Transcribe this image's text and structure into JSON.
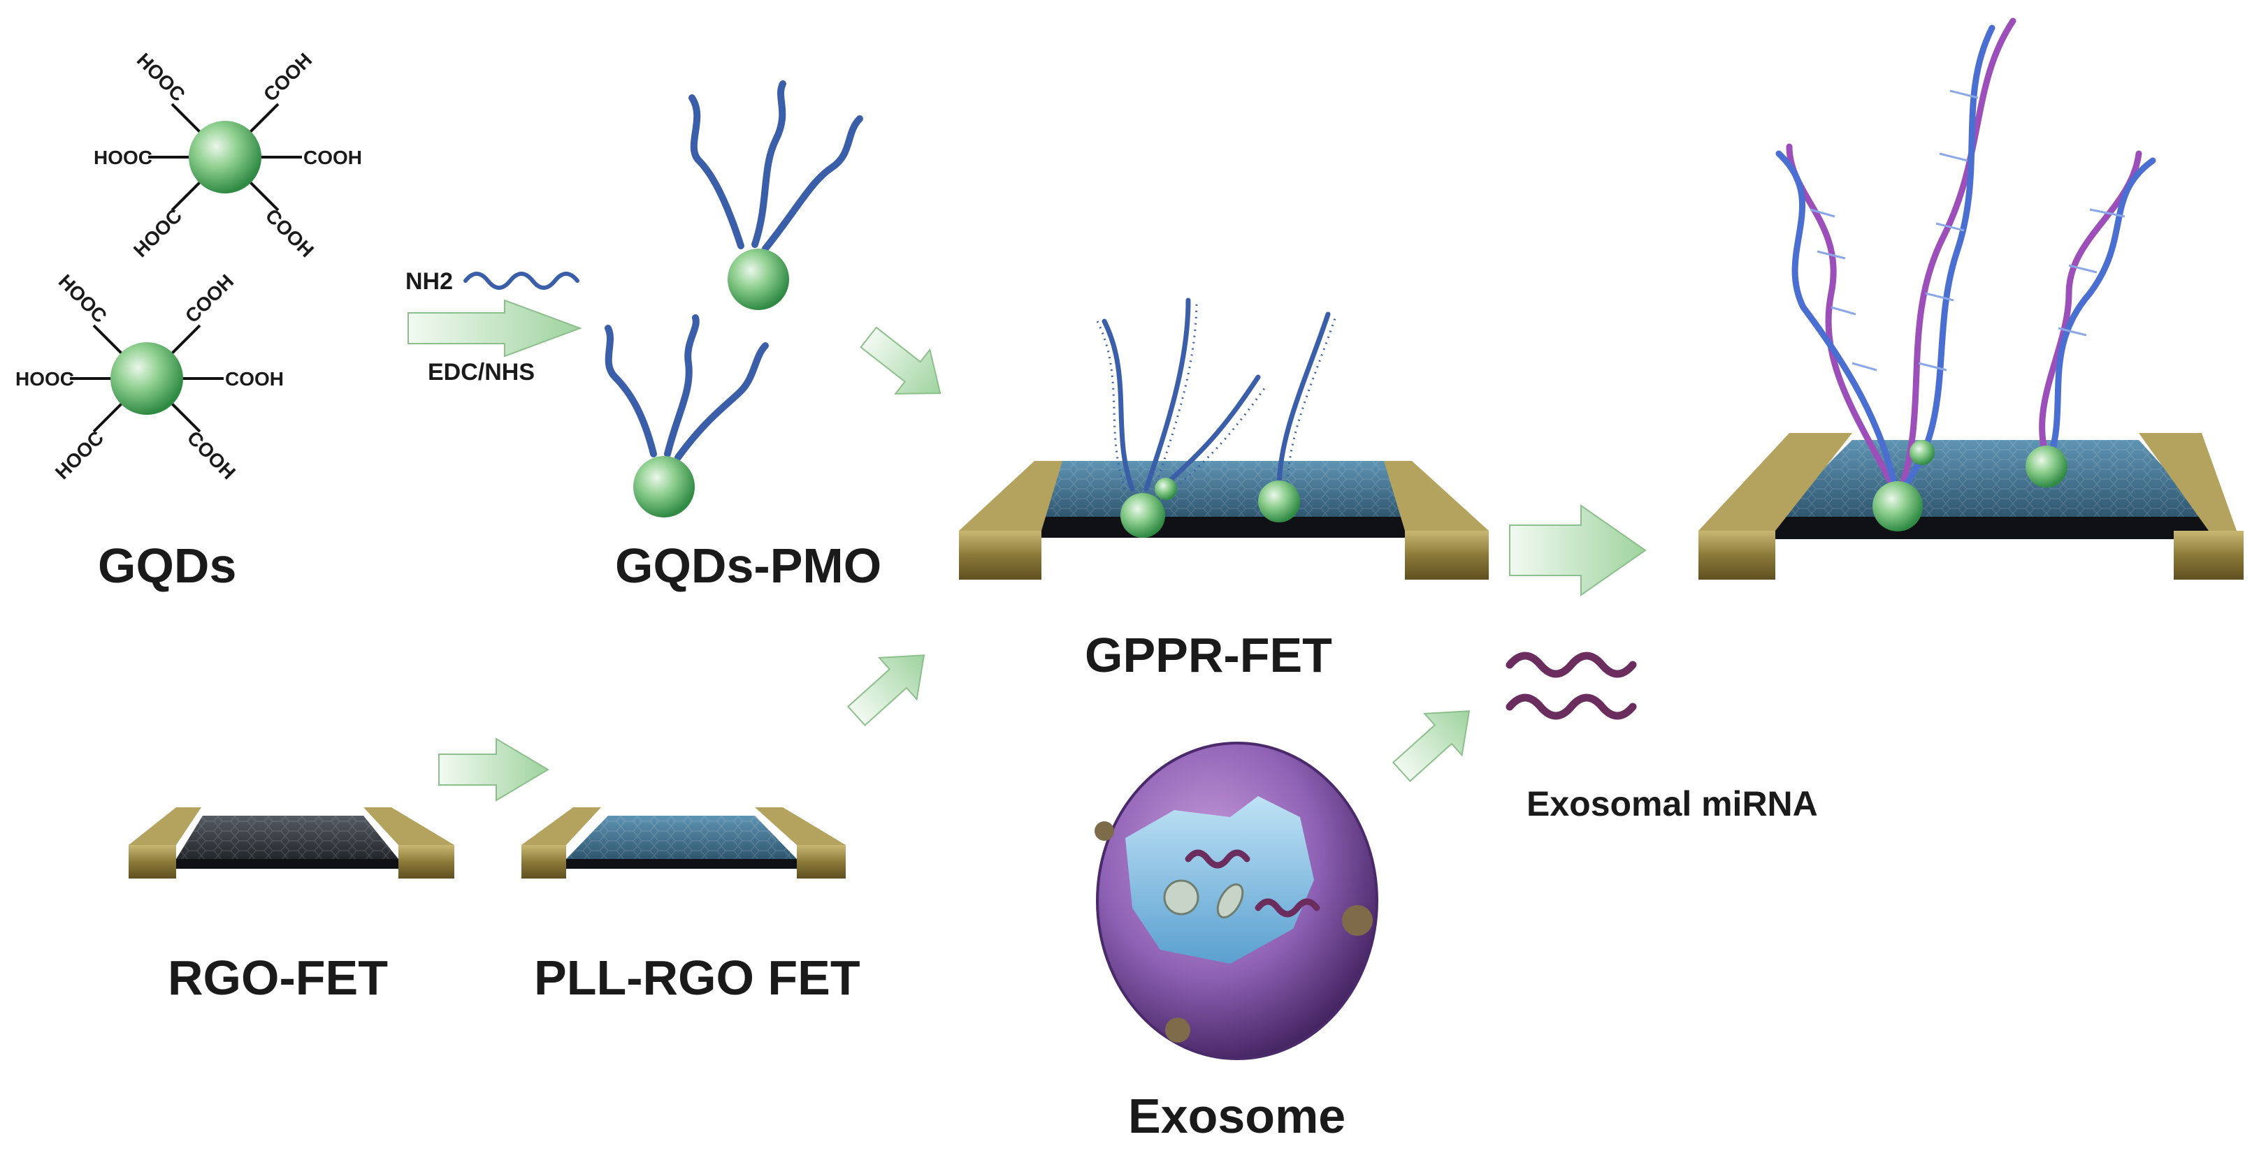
{
  "labels": {
    "gqds": "GQDs",
    "gqds_pmo": "GQDs-PMO",
    "gppr_fet": "GPPR-FET",
    "rgo_fet": "RGO-FET",
    "pll_rgo_fet": "PLL-RGO FET",
    "exosome": "Exosome",
    "exosomal_mirna": "Exosomal miRNA",
    "reagent_top": "NH2",
    "reagent_bottom": "EDC/NHS",
    "cooh": "COOH",
    "hooc": "HOOC"
  },
  "colors": {
    "quantum_dot": "#5fae6a",
    "probe_strand": "#3a5fa8",
    "electrode": "#8c7a3a",
    "channel_blue": "#3d6b86",
    "channel_dark": "#3a3f46",
    "mirna": "#6b2d5e",
    "exosome_purple": "#8f62b6",
    "arrow_fill": "#cfe8cf"
  }
}
